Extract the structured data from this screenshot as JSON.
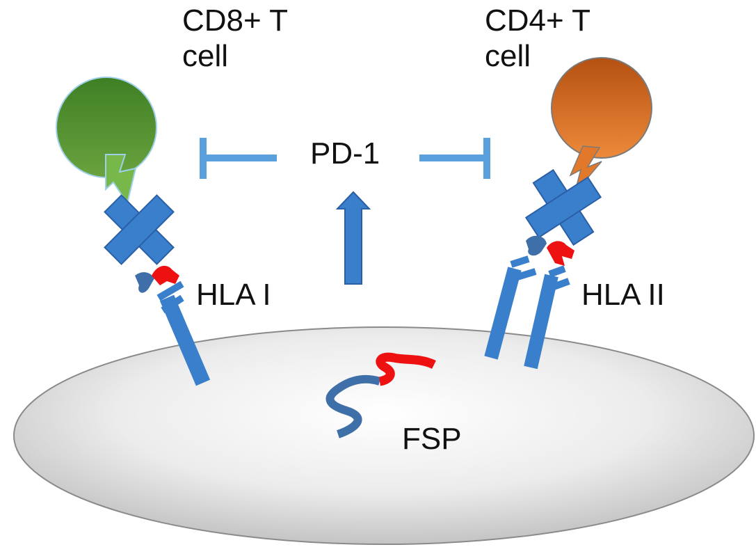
{
  "labels": {
    "cd8_line1": "CD8+ T",
    "cd8_line2": "cell",
    "cd4_line1": "CD4+ T",
    "cd4_line2": "cell",
    "pd1": "PD-1",
    "hla1": "HLA I",
    "hla2": "HLA II",
    "fsp": "FSP"
  },
  "colors": {
    "receptor_blue": "#3a7fcc",
    "inhibit_blue": "#5aa0dc",
    "peptide_red": "#ee1111",
    "cd8_green": "#4e8f2c",
    "cd4_orange": "#d76a1c",
    "cell_gray": "#cfcfcf"
  }
}
